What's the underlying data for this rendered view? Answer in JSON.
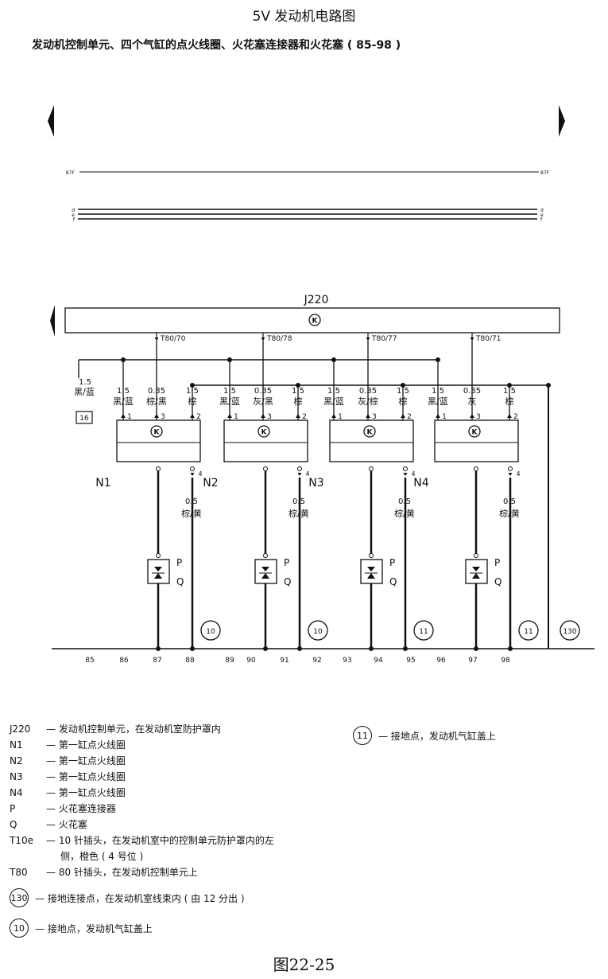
{
  "title": "5V 发动机电路图",
  "subtitle": "发动机控制单元、四个气缸的点火线圈、火花塞连接器和火花塞 ( 85-98 )",
  "top_lines": {
    "line_87f": "87F",
    "d": "d",
    "e": "e",
    "f": "f"
  },
  "ecu": {
    "label": "J220",
    "symbol": "K",
    "pins": [
      "T80/70",
      "T80/78",
      "T80/77",
      "T80/71"
    ]
  },
  "left_wire": {
    "gauge": "1.5",
    "color": "黑/蓝",
    "connector": "16"
  },
  "coils": [
    {
      "name": "N1",
      "w1": {
        "g": "1.5",
        "c": "黑/蓝"
      },
      "w3": {
        "g": "0.35",
        "c": "棕/黑"
      },
      "w2": {
        "g": "1.5",
        "c": "棕"
      },
      "pin1": "1",
      "pin3": "3",
      "pin2": "2",
      "pin4": "4",
      "out": {
        "g": "0.5",
        "c": "棕/黄"
      },
      "ground": "10",
      "P": "P",
      "Q": "Q"
    },
    {
      "name": "N2",
      "w1": {
        "g": "1.5",
        "c": "黑/蓝"
      },
      "w3": {
        "g": "0.35",
        "c": "灰/黑"
      },
      "w2": {
        "g": "1.5",
        "c": "棕"
      },
      "pin1": "1",
      "pin3": "3",
      "pin2": "2",
      "pin4": "4",
      "out": {
        "g": "0.5",
        "c": "棕/黄"
      },
      "ground": "10",
      "P": "P",
      "Q": "Q"
    },
    {
      "name": "N3",
      "w1": {
        "g": "1.5",
        "c": "黑/蓝"
      },
      "w3": {
        "g": "0.35",
        "c": "灰/棕"
      },
      "w2": {
        "g": "1.5",
        "c": "棕"
      },
      "pin1": "1",
      "pin3": "3",
      "pin2": "2",
      "pin4": "4",
      "out": {
        "g": "0.5",
        "c": "棕/黄"
      },
      "ground": "11",
      "P": "P",
      "Q": "Q"
    },
    {
      "name": "N4",
      "w1": {
        "g": "1.5",
        "c": "黑/蓝"
      },
      "w3": {
        "g": "0.35",
        "c": "灰"
      },
      "w2": {
        "g": "1.5",
        "c": "棕"
      },
      "pin1": "1",
      "pin3": "3",
      "pin2": "2",
      "pin4": "4",
      "out": {
        "g": "0.5",
        "c": "棕/黄"
      },
      "ground": "11",
      "P": "P",
      "Q": "Q"
    }
  ],
  "ground_130": "130",
  "ground_symbol": "K",
  "track_numbers": [
    "85",
    "86",
    "87",
    "88",
    "89",
    "90",
    "91",
    "92",
    "93",
    "94",
    "95",
    "96",
    "97",
    "98"
  ],
  "legend": [
    {
      "code": "J220",
      "text": "— 发动机控制单元，在发动机室防护罩内"
    },
    {
      "code": "N1",
      "text": "— 第一缸点火线圈"
    },
    {
      "code": "N2",
      "text": "— 第一缸点火线圈"
    },
    {
      "code": "N3",
      "text": "— 第一缸点火线圈"
    },
    {
      "code": "N4",
      "text": "— 第一缸点火线圈"
    },
    {
      "code": "P",
      "text": "— 火花塞连接器"
    },
    {
      "code": "Q",
      "text": "— 火花塞"
    },
    {
      "code": "T10e",
      "text": "— 10 针插头，在发动机室中的控制单元防护罩内的左"
    },
    {
      "code": "",
      "text": "侧，橙色 ( 4 号位 )"
    },
    {
      "code": "T80",
      "text": "— 80 针插头，在发动机控制单元上"
    }
  ],
  "legend_circles": [
    {
      "num": "130",
      "text": "— 接地连接点，在发动机室线束内 ( 由 12 分出 )"
    },
    {
      "num": "10",
      "text": "— 接地点，发动机气缸盖上"
    },
    {
      "num": "11",
      "text": "— 接地点，发动机气缸盖上"
    }
  ],
  "figure_label": "图22-25"
}
